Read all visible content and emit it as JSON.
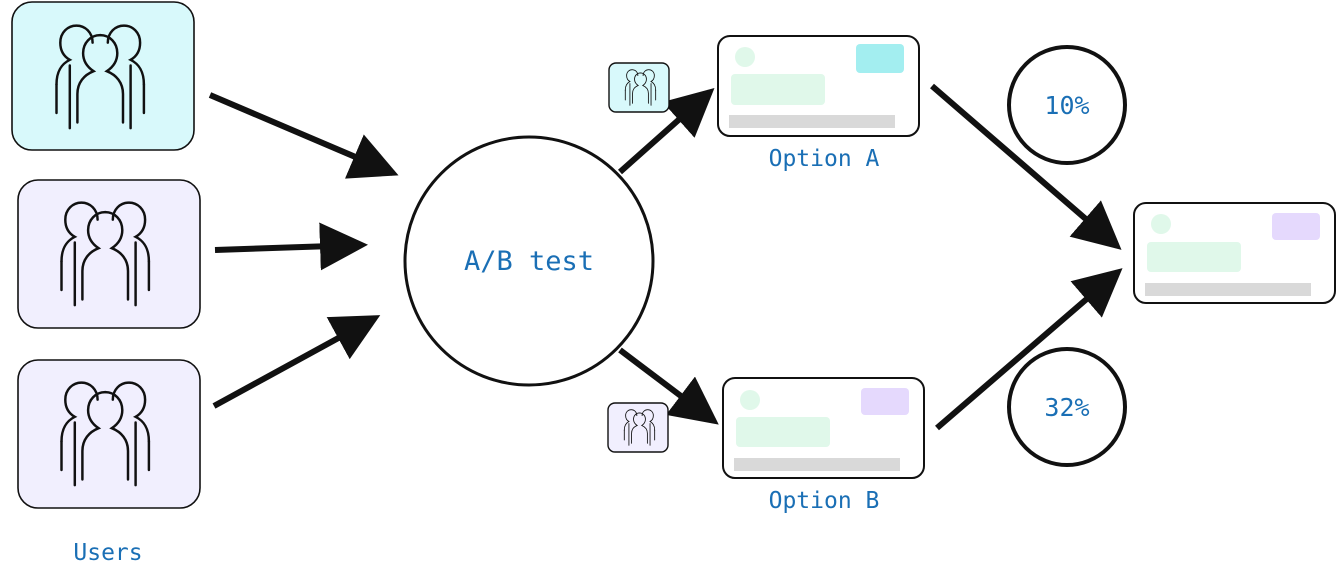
{
  "center_label": "A/B test",
  "users_label": "Users",
  "option_a_label": "Option A",
  "option_b_label": "Option B",
  "option_a_conversion": "10%",
  "option_b_conversion": "32%",
  "colors": {
    "text_blue": "#1a6fb5",
    "cyan_fill": "#d8f9fb",
    "lavender_fill": "#f1effe",
    "green_block": "#e0f8ea",
    "cyan_button": "#a3eef0",
    "purple_button": "#e5d9fd",
    "gray_bar": "#d9d9d9",
    "stroke": "#111111"
  },
  "icons": [
    "user-group-icon",
    "ab-test-node",
    "webpage-card-icon"
  ]
}
